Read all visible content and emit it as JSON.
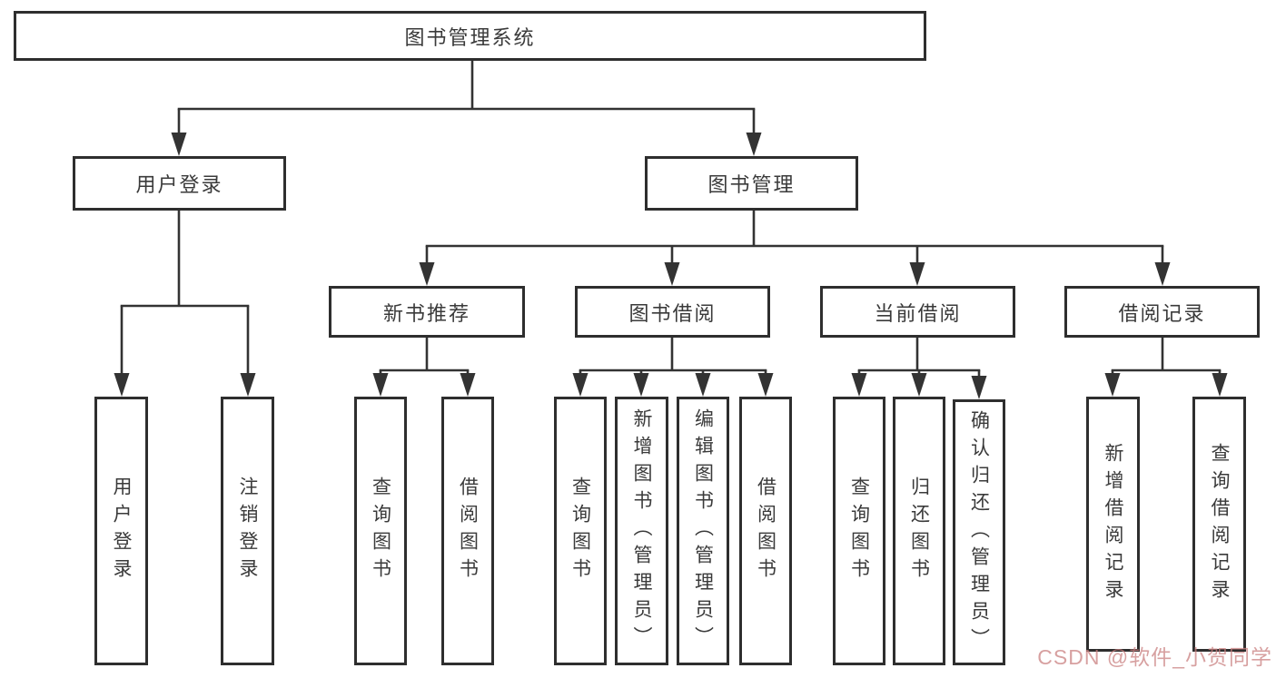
{
  "diagram": {
    "title": "图书管理系统",
    "watermark": "CSDN @软件_小贺同学",
    "colors": {
      "line": "#333333",
      "box_border": "#2e2e2e",
      "text": "#3a3a3a",
      "background": "#ffffff",
      "watermark": "#c98080"
    },
    "nodes": [
      {
        "id": "root",
        "label": "图书管理系统",
        "parent": null
      },
      {
        "id": "user-login",
        "label": "用户登录",
        "parent": "root"
      },
      {
        "id": "book-mgmt",
        "label": "图书管理",
        "parent": "root"
      },
      {
        "id": "login",
        "label": "用户登录",
        "parent": "user-login"
      },
      {
        "id": "logout",
        "label": "注销登录",
        "parent": "user-login"
      },
      {
        "id": "new-book-rec",
        "label": "新书推荐",
        "parent": "book-mgmt"
      },
      {
        "id": "book-borrow",
        "label": "图书借阅",
        "parent": "book-mgmt"
      },
      {
        "id": "current-borrow",
        "label": "当前借阅",
        "parent": "book-mgmt"
      },
      {
        "id": "borrow-record",
        "label": "借阅记录",
        "parent": "book-mgmt"
      },
      {
        "id": "query-book-rec",
        "label": "查询图书",
        "parent": "new-book-rec"
      },
      {
        "id": "borrow-book-rec",
        "label": "借阅图书",
        "parent": "new-book-rec"
      },
      {
        "id": "query-book-borrow",
        "label": "查询图书",
        "parent": "book-borrow"
      },
      {
        "id": "add-book",
        "label": "新增图书（管理员）",
        "parent": "book-borrow"
      },
      {
        "id": "edit-book",
        "label": "编辑图书（管理员）",
        "parent": "book-borrow"
      },
      {
        "id": "borrow-book",
        "label": "借阅图书",
        "parent": "book-borrow"
      },
      {
        "id": "query-book-current",
        "label": "查询图书",
        "parent": "current-borrow"
      },
      {
        "id": "return-book",
        "label": "归还图书",
        "parent": "current-borrow"
      },
      {
        "id": "confirm-return",
        "label": "确认归还（管理员）",
        "parent": "current-borrow"
      },
      {
        "id": "add-borrow-record",
        "label": "新增借阅记录",
        "parent": "borrow-record"
      },
      {
        "id": "query-borrow-record",
        "label": "查询借阅记录",
        "parent": "borrow-record"
      }
    ]
  }
}
